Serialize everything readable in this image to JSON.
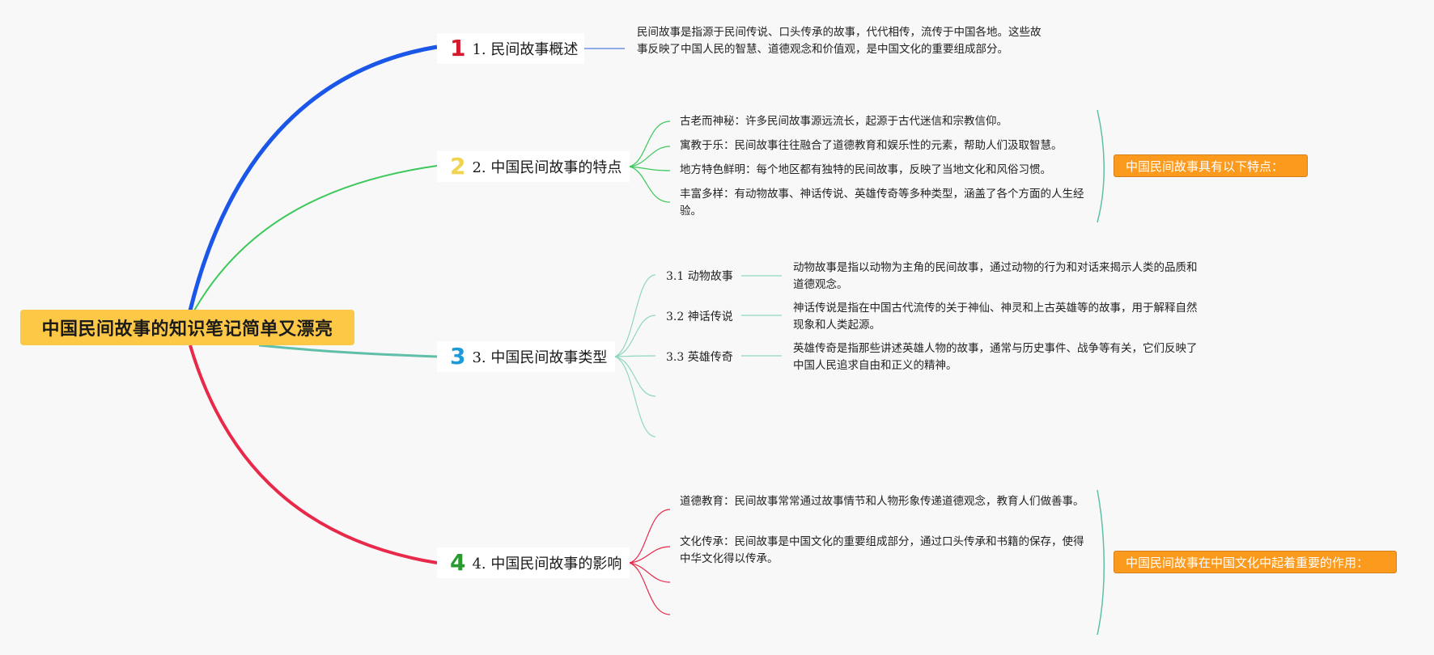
{
  "root": {
    "title": "中国民间故事的知识笔记简单又漂亮"
  },
  "colors": {
    "root_bg": "#fdc845",
    "branch1": "#1a56e8",
    "branch2": "#3cc85a",
    "branch3": "#5fbfa8",
    "branch4": "#e8294a",
    "summary_bg": "#fb9a1c",
    "num1": "#d7192f",
    "num2": "#f2d350",
    "num3": "#1e9bd7",
    "num4": "#2a9a30"
  },
  "branches": [
    {
      "num": "1",
      "label": "1. 民间故事概述",
      "text": "民间故事是指源于民间传说、口头传承的故事，代代相传，流传于中国各地。这些故事反映了中国人民的智慧、道德观念和价值观，是中国文化的重要组成部分。"
    },
    {
      "num": "2",
      "label": "2. 中国民间故事的特点",
      "items": [
        "古老而神秘：许多民间故事源远流长，起源于古代迷信和宗教信仰。",
        "寓教于乐：民间故事往往融合了道德教育和娱乐性的元素，帮助人们汲取智慧。",
        "地方特色鲜明：每个地区都有独特的民间故事，反映了当地文化和风俗习惯。",
        "丰富多样：有动物故事、神话传说、英雄传奇等多种类型，涵盖了各个方面的人生经验。"
      ],
      "summary": "中国民间故事具有以下特点："
    },
    {
      "num": "3",
      "label": "3. 中国民间故事类型",
      "subs": [
        {
          "label": "3.1 动物故事",
          "text": "动物故事是指以动物为主角的民间故事，通过动物的行为和对话来揭示人类的品质和道德观念。"
        },
        {
          "label": "3.2 神话传说",
          "text": "神话传说是指在中国古代流传的关于神仙、神灵和上古英雄等的故事，用于解释自然现象和人类起源。"
        },
        {
          "label": "3.3 英雄传奇",
          "text": "英雄传奇是指那些讲述英雄人物的故事，通常与历史事件、战争等有关，它们反映了中国人民追求自由和正义的精神。"
        }
      ]
    },
    {
      "num": "4",
      "label": "4. 中国民间故事的影响",
      "items": [
        "道德教育：民间故事常常通过故事情节和人物形象传递道德观念，教育人们做善事。",
        "文化传承：民间故事是中国文化的重要组成部分，通过口头传承和书籍的保存，使得中华文化得以传承。"
      ],
      "summary": "中国民间故事在中国文化中起着重要的作用："
    }
  ]
}
